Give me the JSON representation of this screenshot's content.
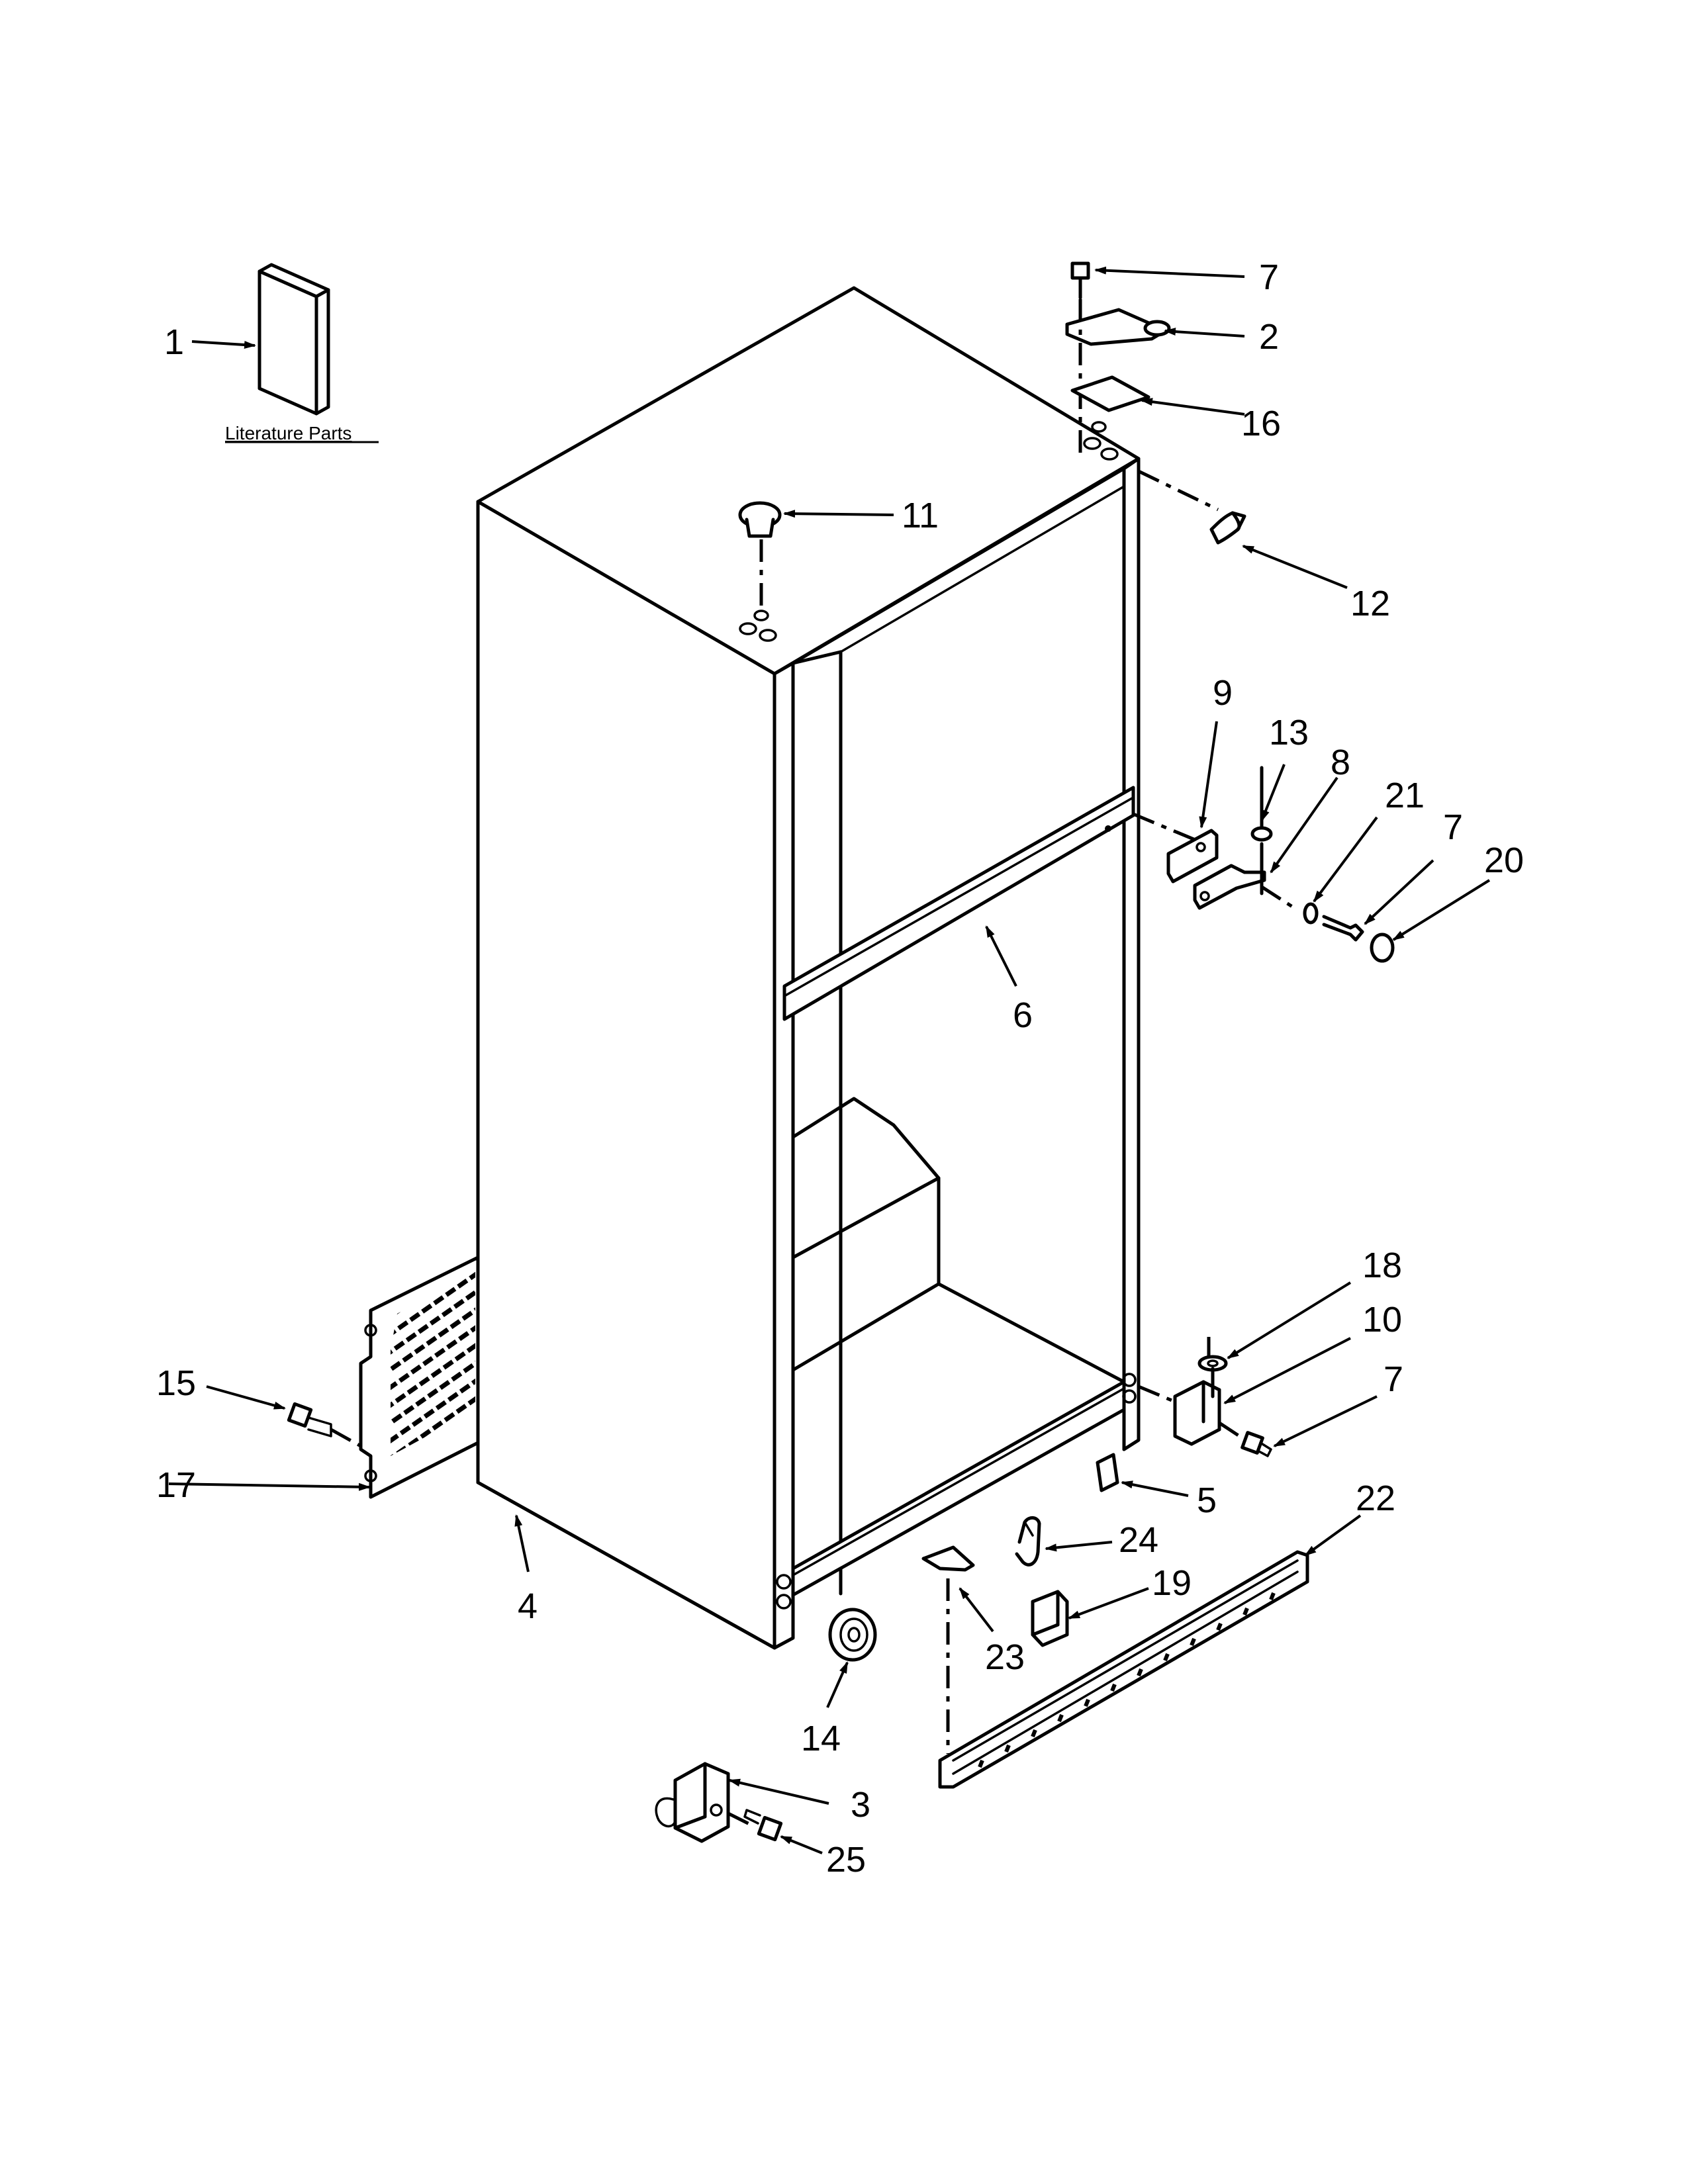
{
  "literature_label": "Literature Parts",
  "callouts": {
    "c1": "1",
    "c2": "2",
    "c3": "3",
    "c4": "4",
    "c5": "5",
    "c6": "6",
    "c7a": "7",
    "c7b": "7",
    "c7c": "7",
    "c8": "8",
    "c9": "9",
    "c10": "10",
    "c11": "11",
    "c12": "12",
    "c13": "13",
    "c14": "14",
    "c15": "15",
    "c16": "16",
    "c17": "17",
    "c18": "18",
    "c19": "19",
    "c20": "20",
    "c21": "21",
    "c22": "22",
    "c23": "23",
    "c24": "24",
    "c25": "25"
  }
}
